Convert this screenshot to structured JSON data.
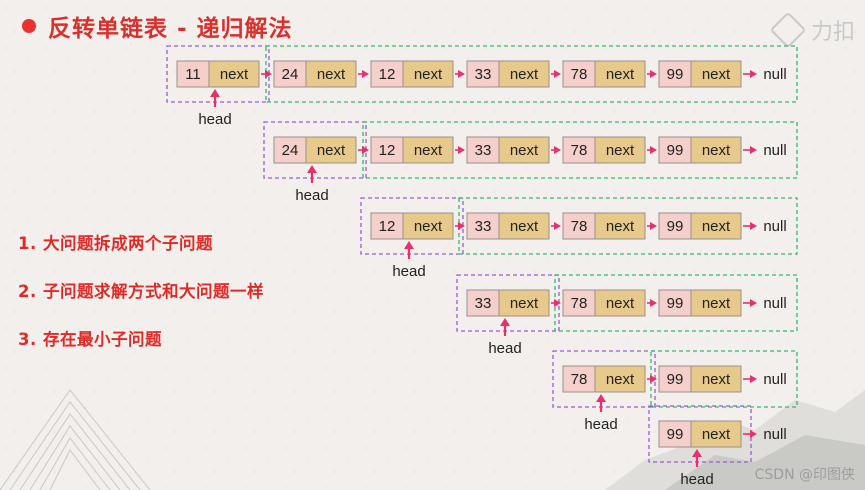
{
  "slide": {
    "title": "反转单链表 - 递归解法",
    "logo_text": "力扣",
    "points": [
      "1. 大问题拆成两个子问题",
      "2. 子问题求解方式和大问题一样",
      "3. 存在最小子问题"
    ],
    "watermark": "CSDN @印图侠"
  },
  "diagram": {
    "next_label": "next",
    "null_label": "null",
    "head_label": "head",
    "list_values": [
      11,
      24,
      12,
      33,
      78,
      99
    ],
    "rows": [
      {
        "values": [
          11,
          24,
          12,
          33,
          78,
          99
        ],
        "head_value": 11
      },
      {
        "values": [
          24,
          12,
          33,
          78,
          99
        ],
        "head_value": 24
      },
      {
        "values": [
          12,
          33,
          78,
          99
        ],
        "head_value": 12
      },
      {
        "values": [
          33,
          78,
          99
        ],
        "head_value": 33
      },
      {
        "values": [
          78,
          99
        ],
        "head_value": 78
      },
      {
        "values": [
          99
        ],
        "head_value": 99
      }
    ],
    "colors": {
      "value_cell": "#f5cfc9",
      "next_cell": "#e8c98c",
      "arrow": "#e8316a",
      "purple_box": "#9b59d6",
      "green_box": "#2bbd6b"
    }
  }
}
